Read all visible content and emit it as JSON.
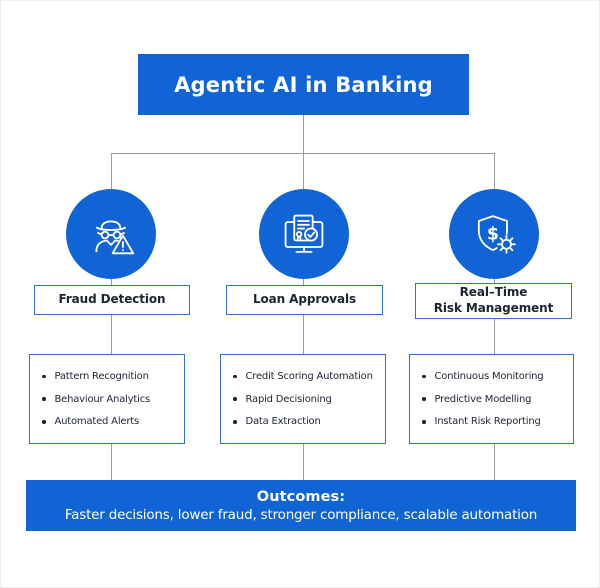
{
  "colors": {
    "primary_blue": "#1164d6",
    "box_border_blue": "#2d71cf",
    "connector_gray": "#9b9b9b",
    "text_dark": "#1d2433",
    "text_white": "#ffffff"
  },
  "title": {
    "label": "Agentic AI in Banking"
  },
  "bullet_char": "•",
  "branches": [
    {
      "icon": "spy-fraud-warning-icon",
      "label_lines": [
        "Fraud Detection"
      ],
      "items": [
        "Pattern Recognition",
        "Behaviour Analytics",
        "Automated Alerts"
      ]
    },
    {
      "icon": "monitor-document-approval-icon",
      "label_lines": [
        "Loan Approvals"
      ],
      "items": [
        "Credit Scoring Automation",
        "Rapid Decisioning",
        "Data Extraction"
      ]
    },
    {
      "icon": "shield-dollar-gear-icon",
      "label_lines": [
        "Real–Time",
        "Risk Management"
      ],
      "items": [
        "Continuous Monitoring",
        "Predictive Modelling",
        "Instant Risk Reporting"
      ]
    }
  ],
  "outcomes": {
    "heading": "Outcomes:",
    "text": "Faster decisions, lower fraud, stronger compliance, scalable automation"
  }
}
